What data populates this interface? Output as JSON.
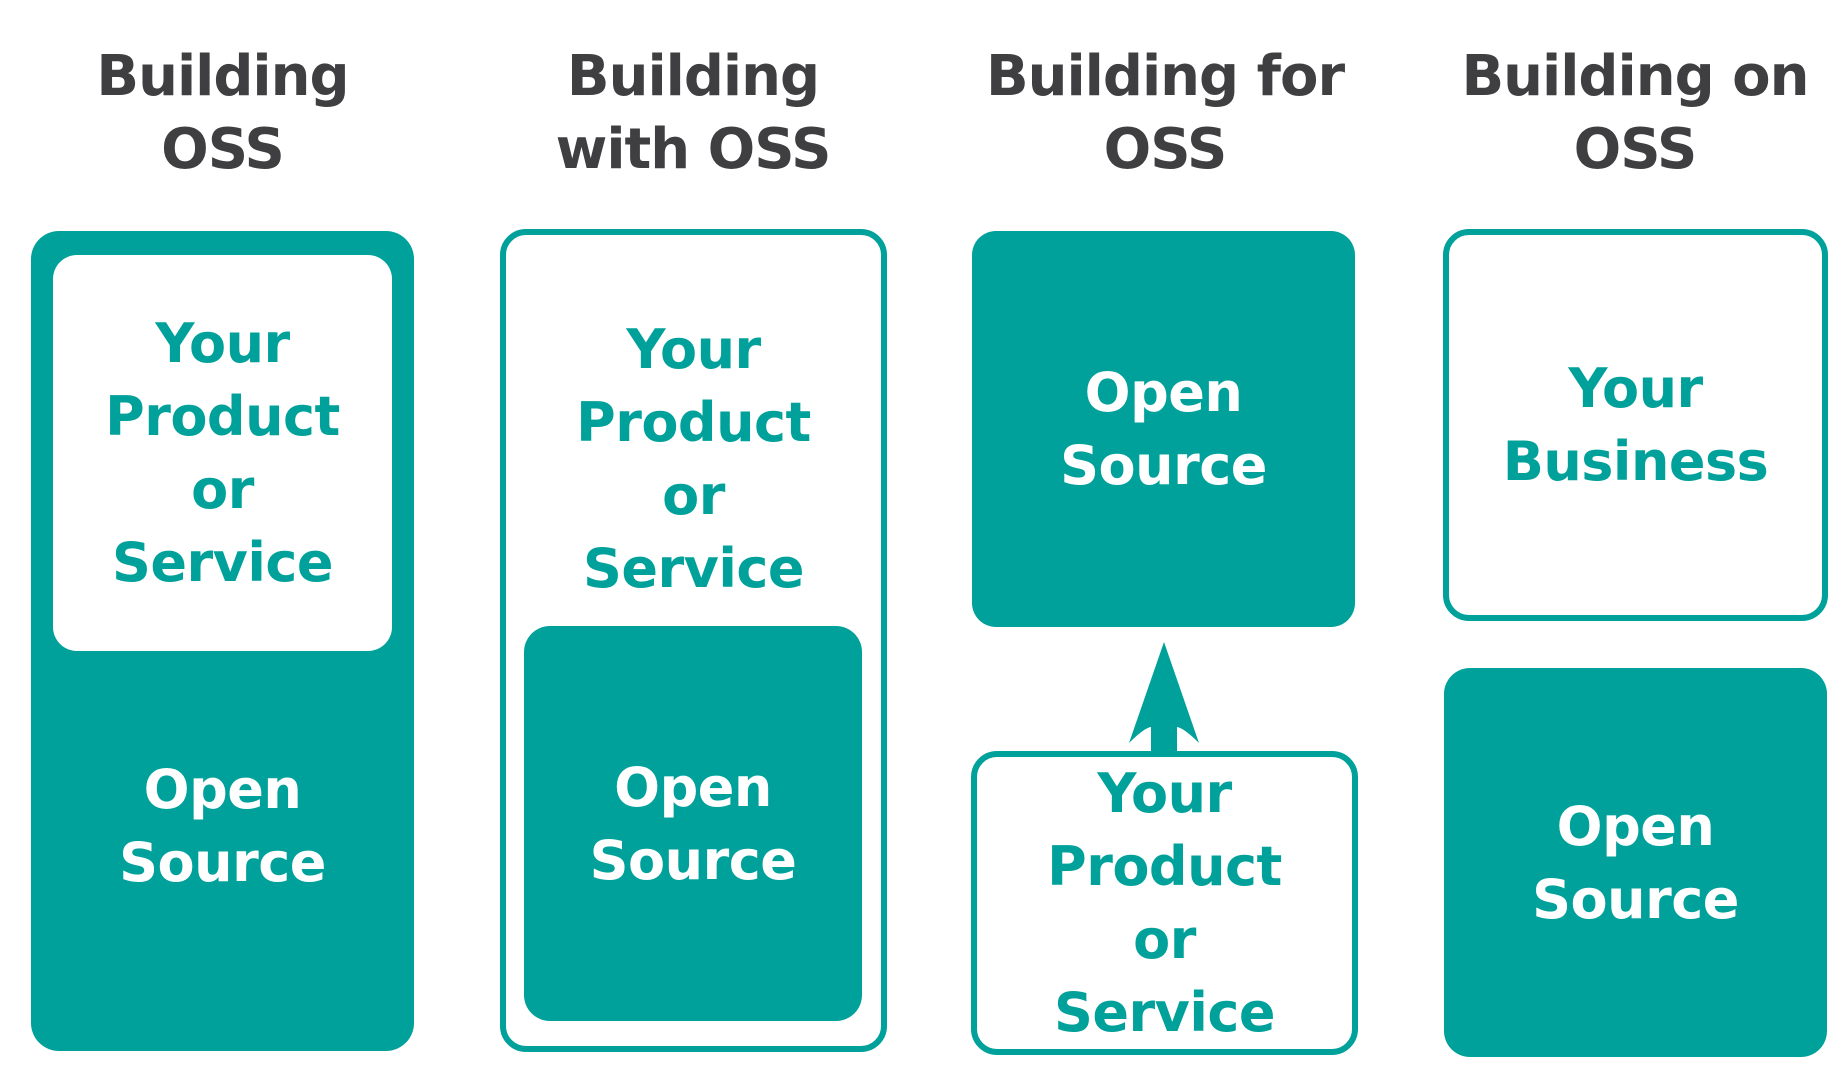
{
  "colors": {
    "accent": "#00a19a",
    "heading": "#3f3f41",
    "background": "#ffffff"
  },
  "columns": [
    {
      "heading": [
        "Building",
        "OSS"
      ],
      "boxes": {
        "product": [
          "Your",
          "Product",
          "or",
          "Service"
        ],
        "open_source": [
          "Open",
          "Source"
        ]
      }
    },
    {
      "heading": [
        "Building",
        "with OSS"
      ],
      "boxes": {
        "product": [
          "Your",
          "Product",
          "or",
          "Service"
        ],
        "open_source": [
          "Open",
          "Source"
        ]
      }
    },
    {
      "heading": [
        "Building for",
        "OSS"
      ],
      "boxes": {
        "open_source": [
          "Open",
          "Source"
        ],
        "product": [
          "Your",
          "Product",
          "or",
          "Service"
        ]
      },
      "connector": "arrow-up"
    },
    {
      "heading": [
        "Building on",
        "OSS"
      ],
      "boxes": {
        "business": [
          "Your",
          "Business"
        ],
        "open_source": [
          "Open",
          "Source"
        ]
      }
    }
  ]
}
